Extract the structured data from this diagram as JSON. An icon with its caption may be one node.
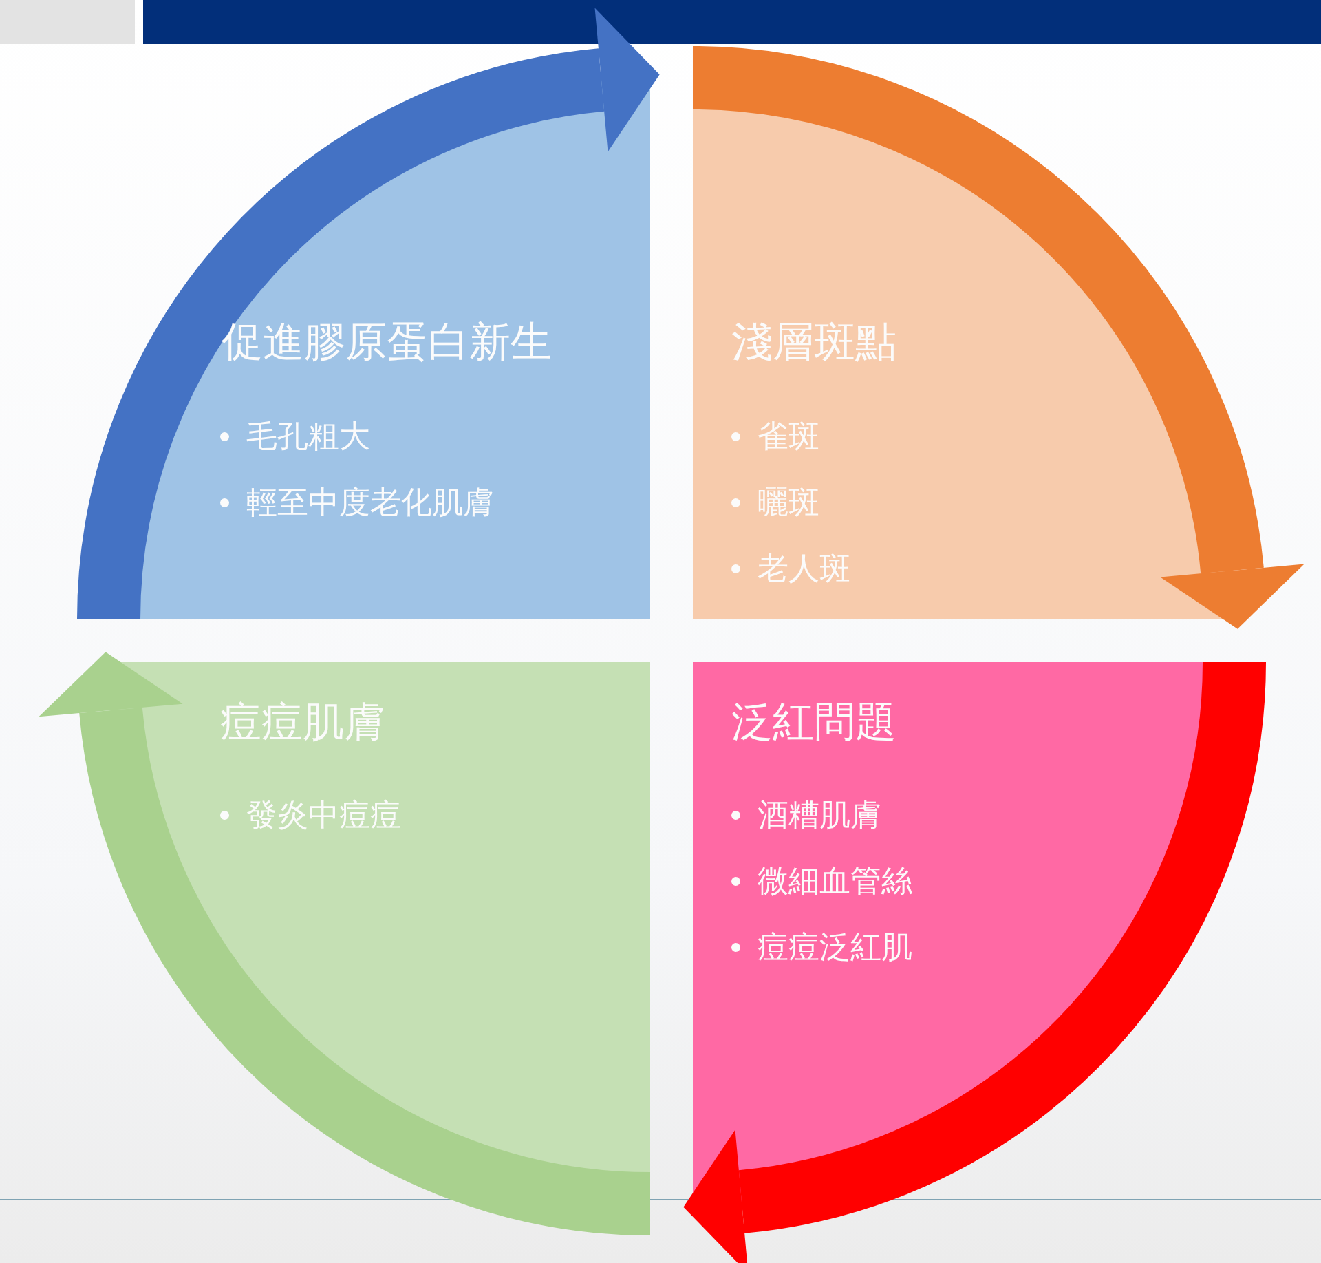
{
  "diagram": {
    "nodes": [
      {
        "text": [
          "促進膠原蛋白新生",
          "毛孔粗大",
          "輕至中度老化肌膚"
        ]
      },
      {
        "text": [
          "淺層斑點",
          "雀斑",
          "曬斑",
          "老人斑"
        ]
      },
      {
        "text": [
          "痘痘肌膚",
          "發炎中痘痘"
        ]
      },
      {
        "text": [
          "泛紅問題",
          "酒糟肌膚",
          "微細血管絲",
          "痘痘泛紅肌"
        ]
      }
    ],
    "edges": [
      {
        "from": 0,
        "to": 1,
        "arrow": "to",
        "color": "#4472c4"
      },
      {
        "from": 1,
        "to": 3,
        "arrow": "to",
        "color": "#ed7d31"
      },
      {
        "from": 3,
        "to": 2,
        "arrow": "to",
        "color": "#ff0000"
      },
      {
        "from": 2,
        "to": 0,
        "arrow": "to",
        "color": "#a9d18e"
      }
    ]
  }
}
